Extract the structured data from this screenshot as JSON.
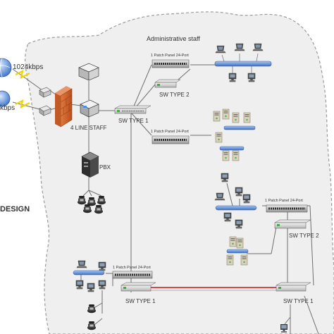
{
  "labels": {
    "admin_staff": "Administrative staff",
    "speed_top": "1024kbps",
    "speed_bottom": "kbps",
    "line_staff": "4 LINE STAFF",
    "pbx": "PBX",
    "design": "DESIGN",
    "patch_panel_admin": "1 Patch Panel 24-Port",
    "sw_type2_admin": "SW TYPE 2",
    "sw_type1_main": "SW TYPE 1",
    "patch_panel_servers": "1 Patch Panel 24-Port",
    "patch_panel_right": "1 Patch Panel 24-Port",
    "sw_type2_right": "SW TYPE 2",
    "patch_panel_bottom_left": "1 Patch Panel 24-Port",
    "sw_type1_bottom_left": "SW TYPE 1",
    "sw_type1_bottom_right": "SW TYPE 1"
  },
  "colors": {
    "background": "#ffffff",
    "cloud_fill": "#efefef",
    "region_outline": "#9a9a9a",
    "cable": "#6e6e6e",
    "red_link": "#d04a4a",
    "lightning": "#f0d400",
    "globe": "#5b8fd9",
    "firewall": "#d3632a"
  },
  "icons": [
    "globe-icon",
    "lightning-icon",
    "router-icon",
    "firewall-icon",
    "modem-icon",
    "pbx-cabinet-icon",
    "telephone-icon",
    "computer-icon",
    "server-icon",
    "switch-icon",
    "patch-panel-icon"
  ]
}
